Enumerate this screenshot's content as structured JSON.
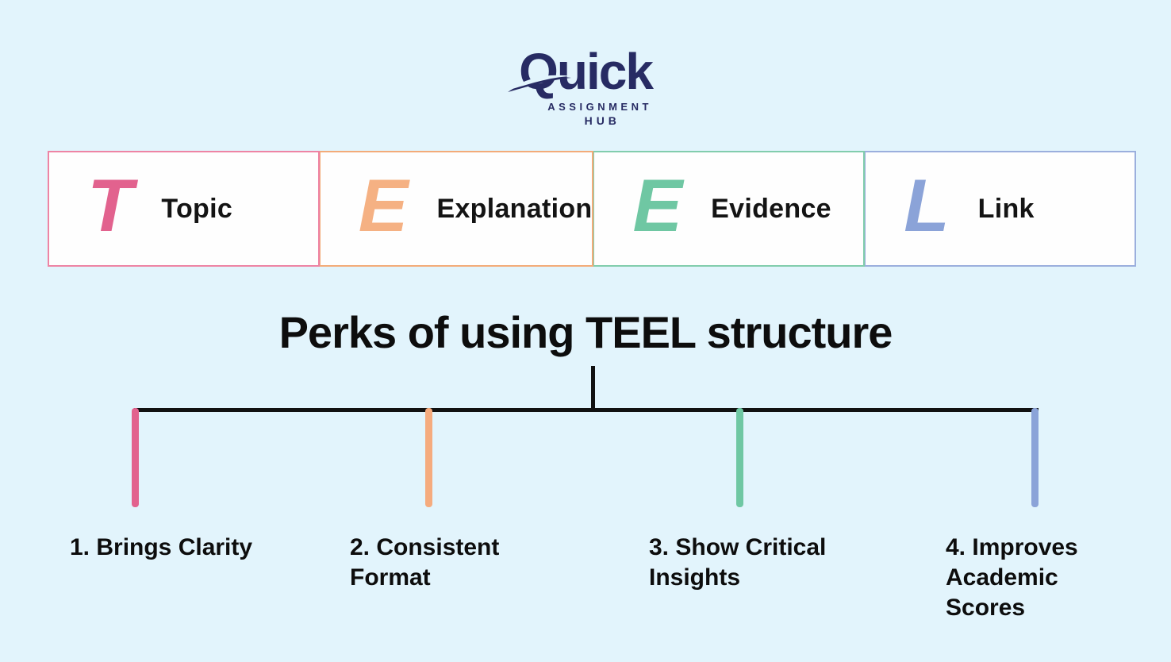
{
  "logo": {
    "brand": "Quick",
    "line1": "ASSIGNMENT",
    "line2": "HUB",
    "color": "#272b63"
  },
  "title": "Perks of using TEEL structure",
  "teel_boxes": [
    {
      "letter": "T",
      "label": "Topic",
      "color": "#e2628e",
      "border": "#ee84a4"
    },
    {
      "letter": "E",
      "label": "Explanation",
      "color": "#f5b183",
      "border": "#f3ab79"
    },
    {
      "letter": "E",
      "label": "Evidence",
      "color": "#6fc7a3",
      "border": "#82cdad"
    },
    {
      "letter": "L",
      "label": "Link",
      "color": "#8ba3d8",
      "border": "#9bafdd"
    }
  ],
  "perks": [
    {
      "text": "1. Brings Clarity",
      "bar_color": "#e2628e"
    },
    {
      "text": "2. Consistent Format",
      "bar_color": "#f5ab7e"
    },
    {
      "text": "3. Show Critical Insights",
      "bar_color": "#6fc7a3"
    },
    {
      "text": "4. Improves Academic Scores",
      "bar_color": "#8ba3d8"
    }
  ],
  "colors": {
    "background": "#e2f4fc",
    "box_background": "#fefefe",
    "tree_line": "#111111",
    "text": "#0d0d0d"
  }
}
